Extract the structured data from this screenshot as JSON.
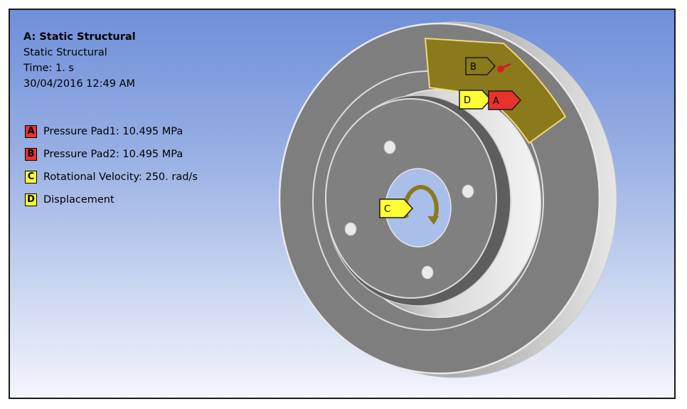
{
  "header": {
    "title": "A: Static Structural",
    "analysis_type": "Static Structural",
    "time": "Time: 1. s",
    "datetime": "30/04/2016 12:49 AM"
  },
  "legend": [
    {
      "letter": "A",
      "label": "Pressure Pad1: 10.495 MPa",
      "color": "#e8322c"
    },
    {
      "letter": "B",
      "label": "Pressure Pad2: 10.495 MPa",
      "color": "#e8322c"
    },
    {
      "letter": "C",
      "label": "Rotational Velocity: 250. rad/s",
      "color": "#ffff33"
    },
    {
      "letter": "D",
      "label": "Displacement",
      "color": "#ffff33"
    }
  ],
  "model_tags": {
    "a": "A",
    "b": "B",
    "c": "C",
    "d": "D"
  },
  "colors": {
    "viewport_top": "#6f8fd8",
    "viewport_bottom": "#f3f5fb",
    "disc_gray": "#7f7f7f",
    "pad_fill": "#8a7a1c",
    "pad_edge": "#f2d77a",
    "red": "#e8322c",
    "yellow": "#ffff33"
  }
}
